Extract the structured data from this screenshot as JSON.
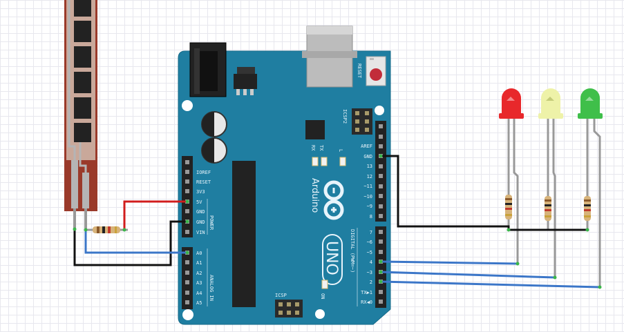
{
  "board": {
    "brand": "Arduino",
    "model": "UNO",
    "reset_label": "RESET",
    "icsp2_label": "ICSP2",
    "icsp_label": "ICSP",
    "on_label": "ON",
    "led_labels": [
      "TX",
      "RX",
      "L"
    ],
    "power_header_labels": [
      "IOREF",
      "RESET",
      "3V3",
      "5V",
      "GND",
      "GND",
      "VIN"
    ],
    "power_group_label": "POWER",
    "analog_header_labels": [
      "A0",
      "A1",
      "A2",
      "A3",
      "A4",
      "A5"
    ],
    "analog_group_label": "ANALOG IN",
    "digital_top_labels": [
      "AREF",
      "GND",
      "13",
      "12",
      "~11",
      "~10",
      "~9",
      "8"
    ],
    "digital_bottom_labels": [
      "7",
      "~6",
      "~5",
      "4",
      "~3",
      "2",
      "TX▶1",
      "RX◀0"
    ],
    "digital_group_label": "DIGITAL (PWM=~)"
  },
  "components": {
    "flex_sensor": "flex-sensor",
    "resistor": "resistor",
    "leds": [
      {
        "name": "red-led",
        "color": "#e8282b"
      },
      {
        "name": "yellow-led",
        "color": "#eef2a8"
      },
      {
        "name": "green-led",
        "color": "#3fbf4a"
      }
    ]
  },
  "colors": {
    "board": "#1f7ea1",
    "wire_red": "#d11d1d",
    "wire_black": "#111111",
    "wire_blue": "#3b76c8",
    "wire_end": "#3ab54a"
  }
}
